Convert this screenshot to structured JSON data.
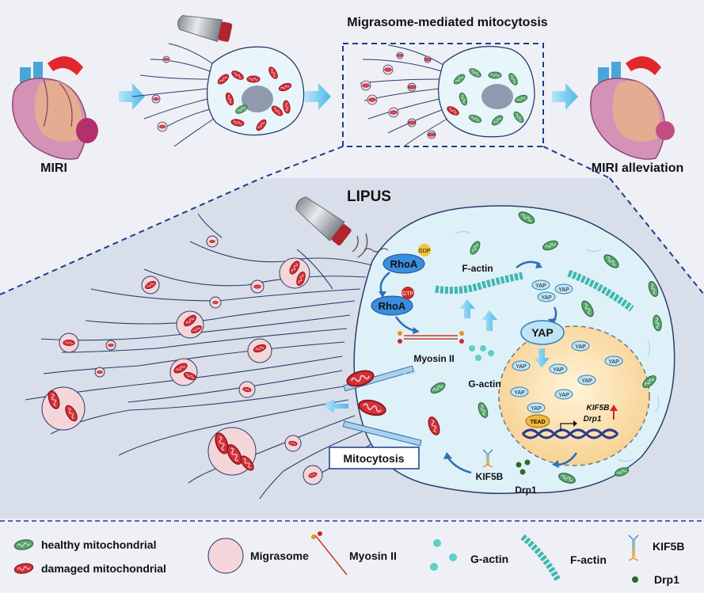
{
  "top": {
    "title": "Migrasome-mediated mitocytosis",
    "left_label": "MIRI",
    "right_label": "MIRI alleviation"
  },
  "detail": {
    "lipus_label": "LIPUS",
    "rhoa_gdp": "RhoA",
    "gdp_badge": "GDP",
    "rhoa_gtp": "RhoA",
    "gtp_badge": "GTP",
    "f_actin": "F-actin",
    "myosin": "Myosin II",
    "g_actin": "G-actin",
    "yap_large": "YAP",
    "yap_small": "YAP",
    "tead": "TEAD",
    "gene1": "KIF5B",
    "gene2": "Drp1",
    "kif5b": "KIF5B",
    "drp1": "Drp1",
    "mitocytosis": "Mitocytosis"
  },
  "legend": {
    "healthy": "healthy mitochondrial",
    "damaged": "damaged mitochondrial",
    "migrasome": "Migrasome",
    "myosin": "Myosin II",
    "g_actin": "G-actin",
    "f_actin": "F-actin",
    "kif5b": "KIF5B",
    "drp1": "Drp1"
  },
  "colors": {
    "healthy_mito": "#5aa66e",
    "damaged_mito": "#d3303a",
    "cell_fill": "#dff1f8",
    "nucleus_fill": "#fbe3b8",
    "arrow_blue": "#5ec3ee",
    "accent_blue": "#2f6fb8"
  }
}
